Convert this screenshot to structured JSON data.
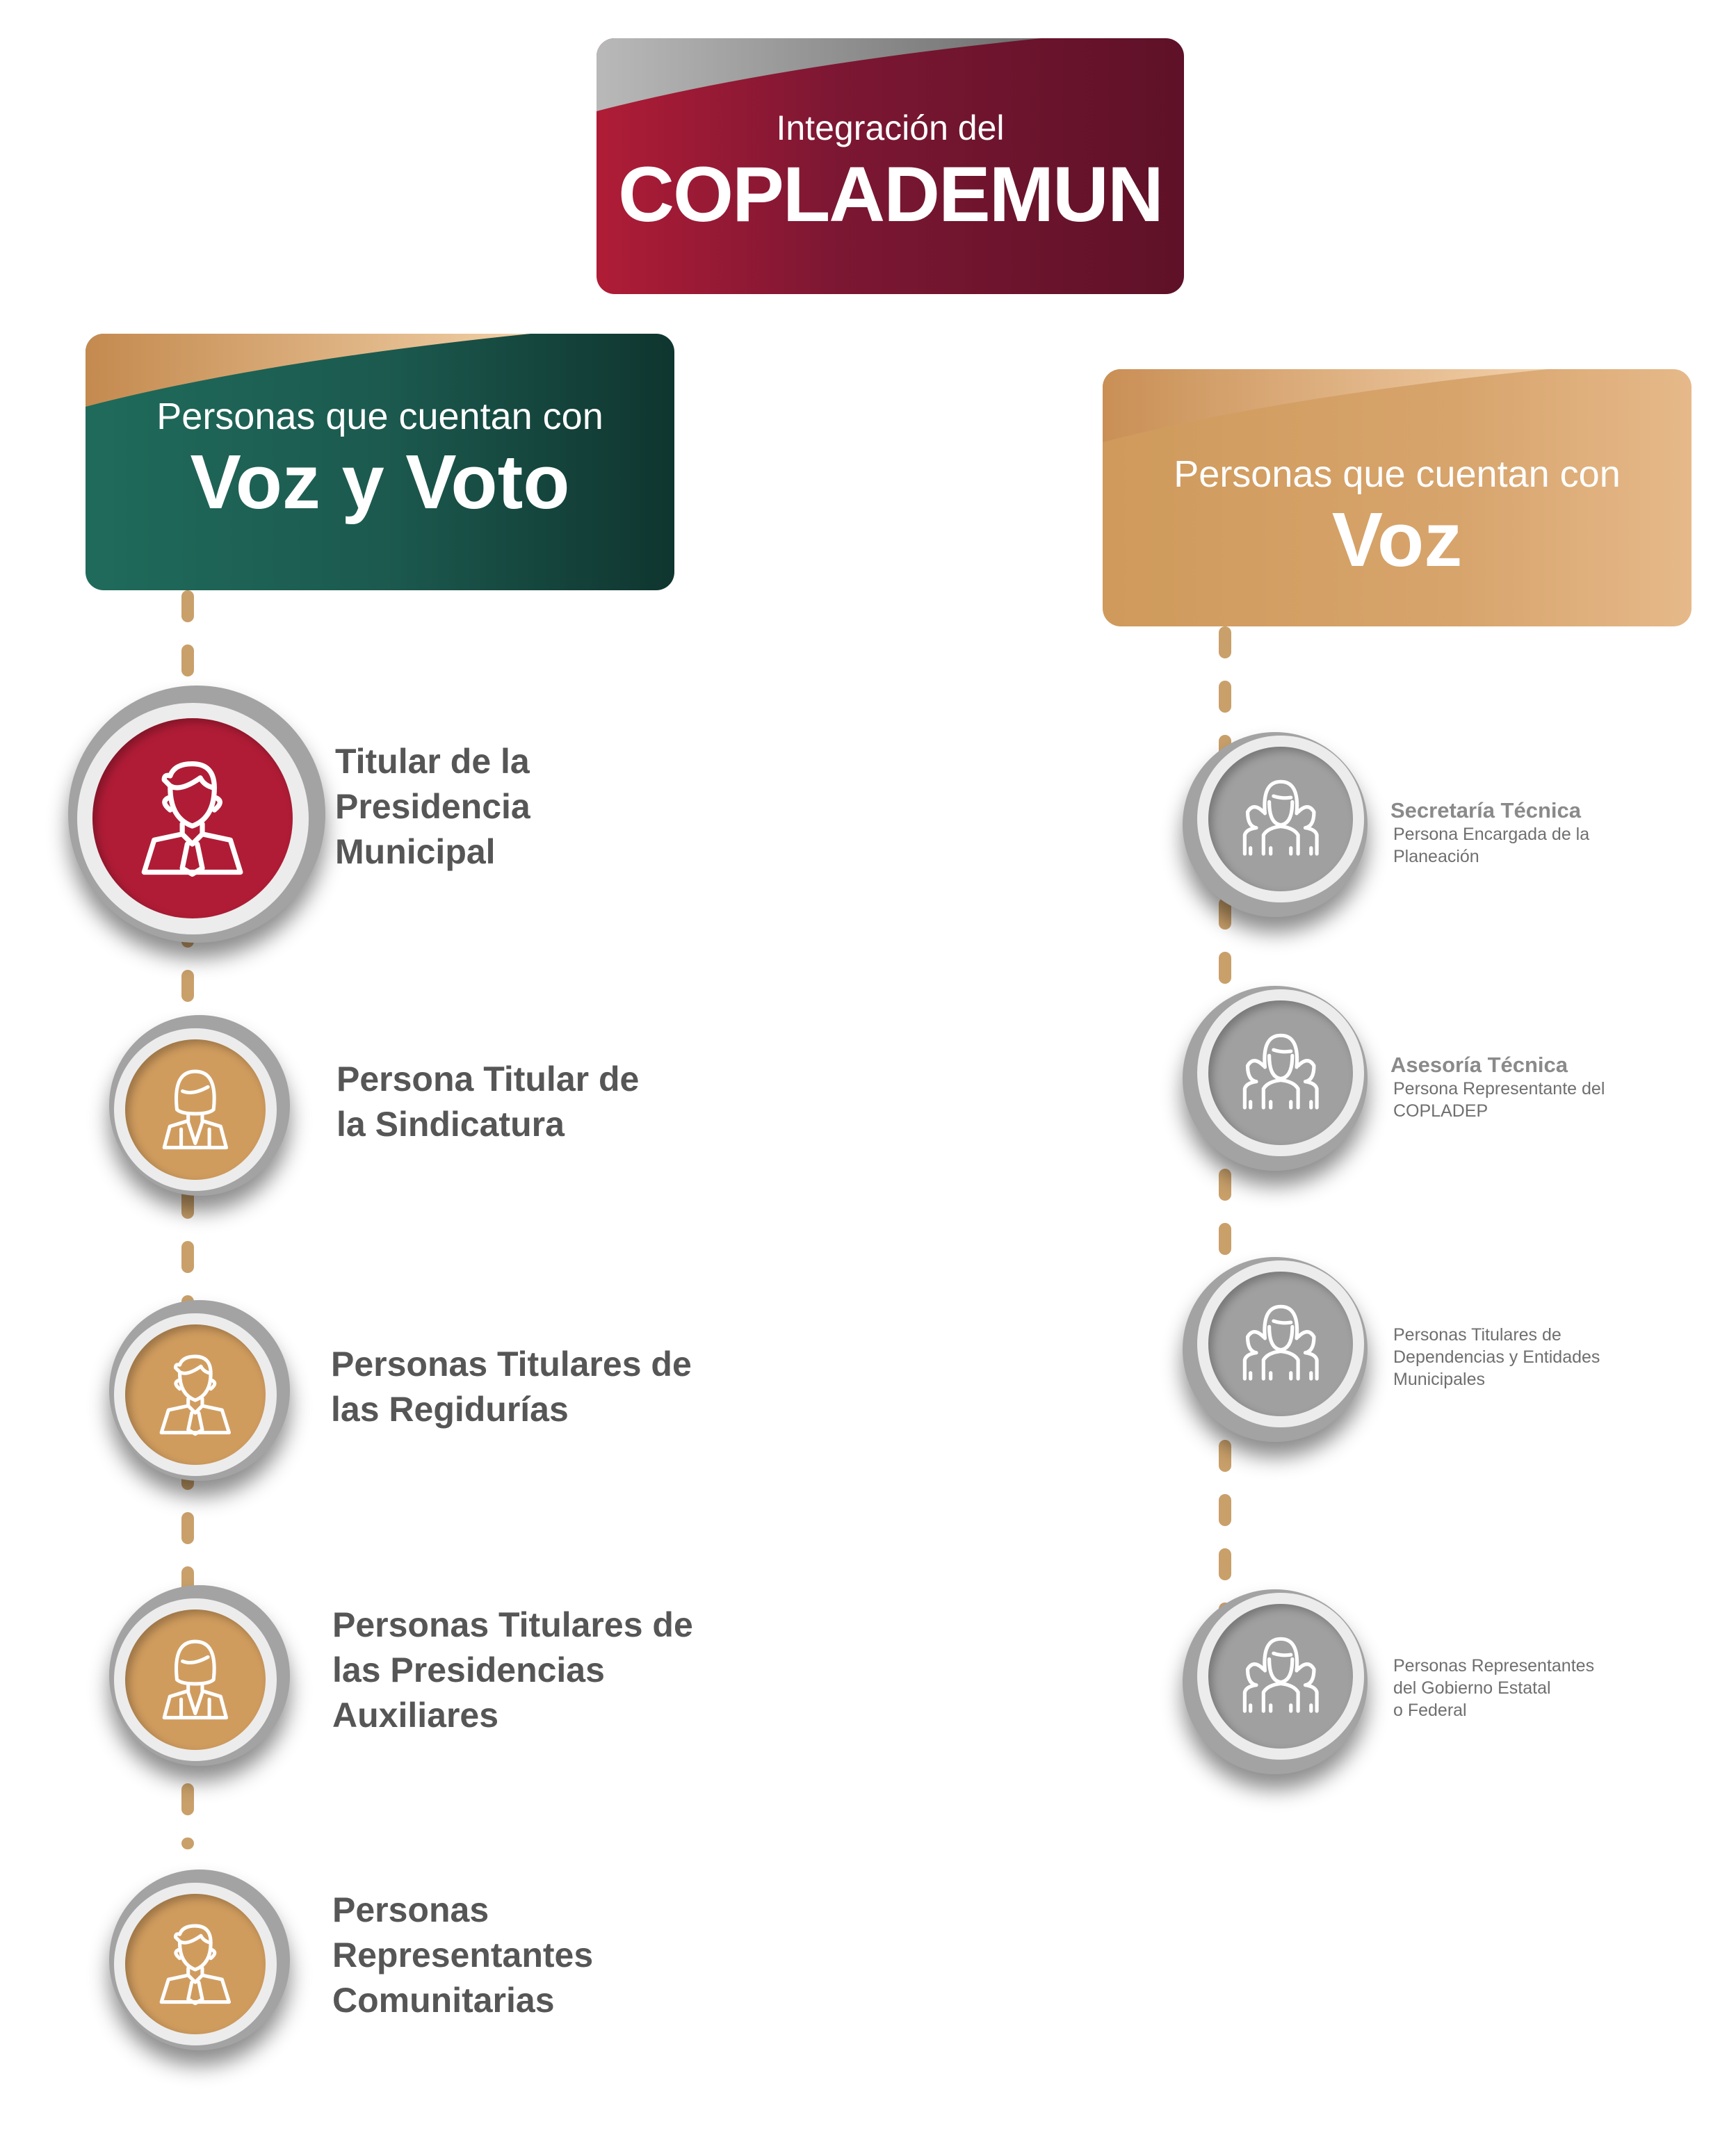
{
  "header": {
    "line1": "Integración del",
    "line2": "COPLADEMUN"
  },
  "voz_y_voto": {
    "line1": "Personas que cuentan con",
    "line2": "Voz y Voto",
    "members": [
      {
        "lines": [
          "Titular de la",
          "Presidencia",
          "Municipal"
        ],
        "icon": "man-icon"
      },
      {
        "lines": [
          "Persona Titular de",
          "la Sindicatura"
        ],
        "icon": "woman-icon"
      },
      {
        "lines": [
          "Personas Titulares de",
          "las Regidurías"
        ],
        "icon": "man-icon"
      },
      {
        "lines": [
          "Personas Titulares de",
          "las Presidencias",
          "Auxiliares"
        ],
        "icon": "woman-icon"
      },
      {
        "lines": [
          "Personas",
          "Representantes",
          "Comunitarias"
        ],
        "icon": "man-icon"
      }
    ]
  },
  "voz": {
    "line1": "Personas que cuentan con",
    "line2": "Voz",
    "members": [
      {
        "heading": "Secretaría Técnica",
        "lines": [
          "Persona Encargada de la",
          "Planeación"
        ]
      },
      {
        "heading": "Asesoría Técnica",
        "lines": [
          "Persona Representante del",
          "COPLADEP"
        ]
      },
      {
        "heading": "",
        "lines": [
          "Personas Titulares de",
          "Dependencias y Entidades",
          "Municipales"
        ]
      },
      {
        "heading": "",
        "lines": [
          "Personas Representantes",
          "del Gobierno Estatal",
          "o Federal"
        ]
      }
    ]
  },
  "colors": {
    "crimson": "#b01c36",
    "green": "#1f6b5b",
    "tan": "#d09c5e",
    "gray": "#a0a0a0",
    "dash": "#c9a06a"
  }
}
